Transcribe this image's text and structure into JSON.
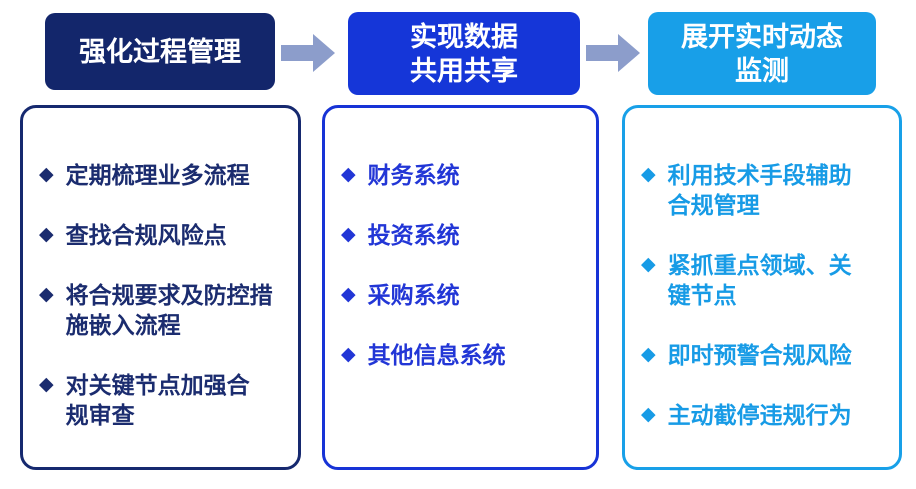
{
  "icons": {
    "diamond": "◆",
    "arrow": "right-block-arrow"
  },
  "colors": {
    "column1_accent": "#13266B",
    "column2_accent": "#1536D8",
    "column3_accent": "#189FE8",
    "column1_text": "#1B2C6F",
    "column2_text": "#2236D6",
    "column3_text": "#179BE6",
    "arrow": "#8C9DCB",
    "header_text": "#FFFFFF",
    "background": "#FFFFFF"
  },
  "columns": [
    {
      "header": "强化过程管理",
      "items": [
        "定期梳理业多流程",
        "查找合规风险点",
        "将合规要求及防控措\n施嵌入流程",
        "对关键节点加强合\n规审查"
      ]
    },
    {
      "header": "实现数据\n共用共享",
      "items": [
        "财务系统",
        "投资系统",
        "采购系统",
        "其他信息系统"
      ]
    },
    {
      "header": "展开实时动态\n监测",
      "items": [
        "利用技术手段辅助\n合规管理",
        "紧抓重点领域、关\n键节点",
        "即时预警合规风险",
        "主动截停违规行为"
      ]
    }
  ]
}
